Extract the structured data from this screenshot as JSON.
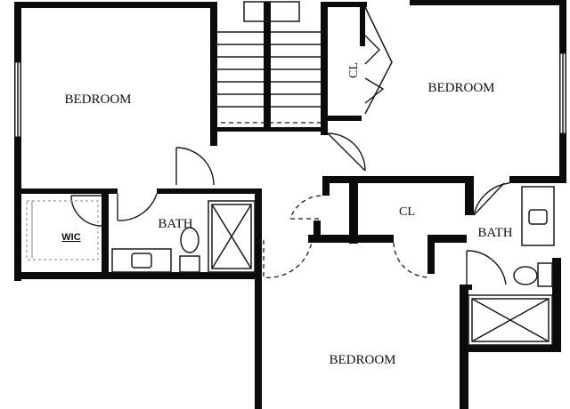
{
  "rooms": {
    "bedroom_left": "BEDROOM",
    "bedroom_right": "BEDROOM",
    "bedroom_bottom": "BEDROOM",
    "bath_left": "BATH",
    "bath_right": "BATH",
    "closet_center": "CL",
    "closet_top": "CL",
    "walk_in_closet": "WIC"
  },
  "colors": {
    "wall": "#0b0b0b",
    "background": "#ffffff"
  }
}
